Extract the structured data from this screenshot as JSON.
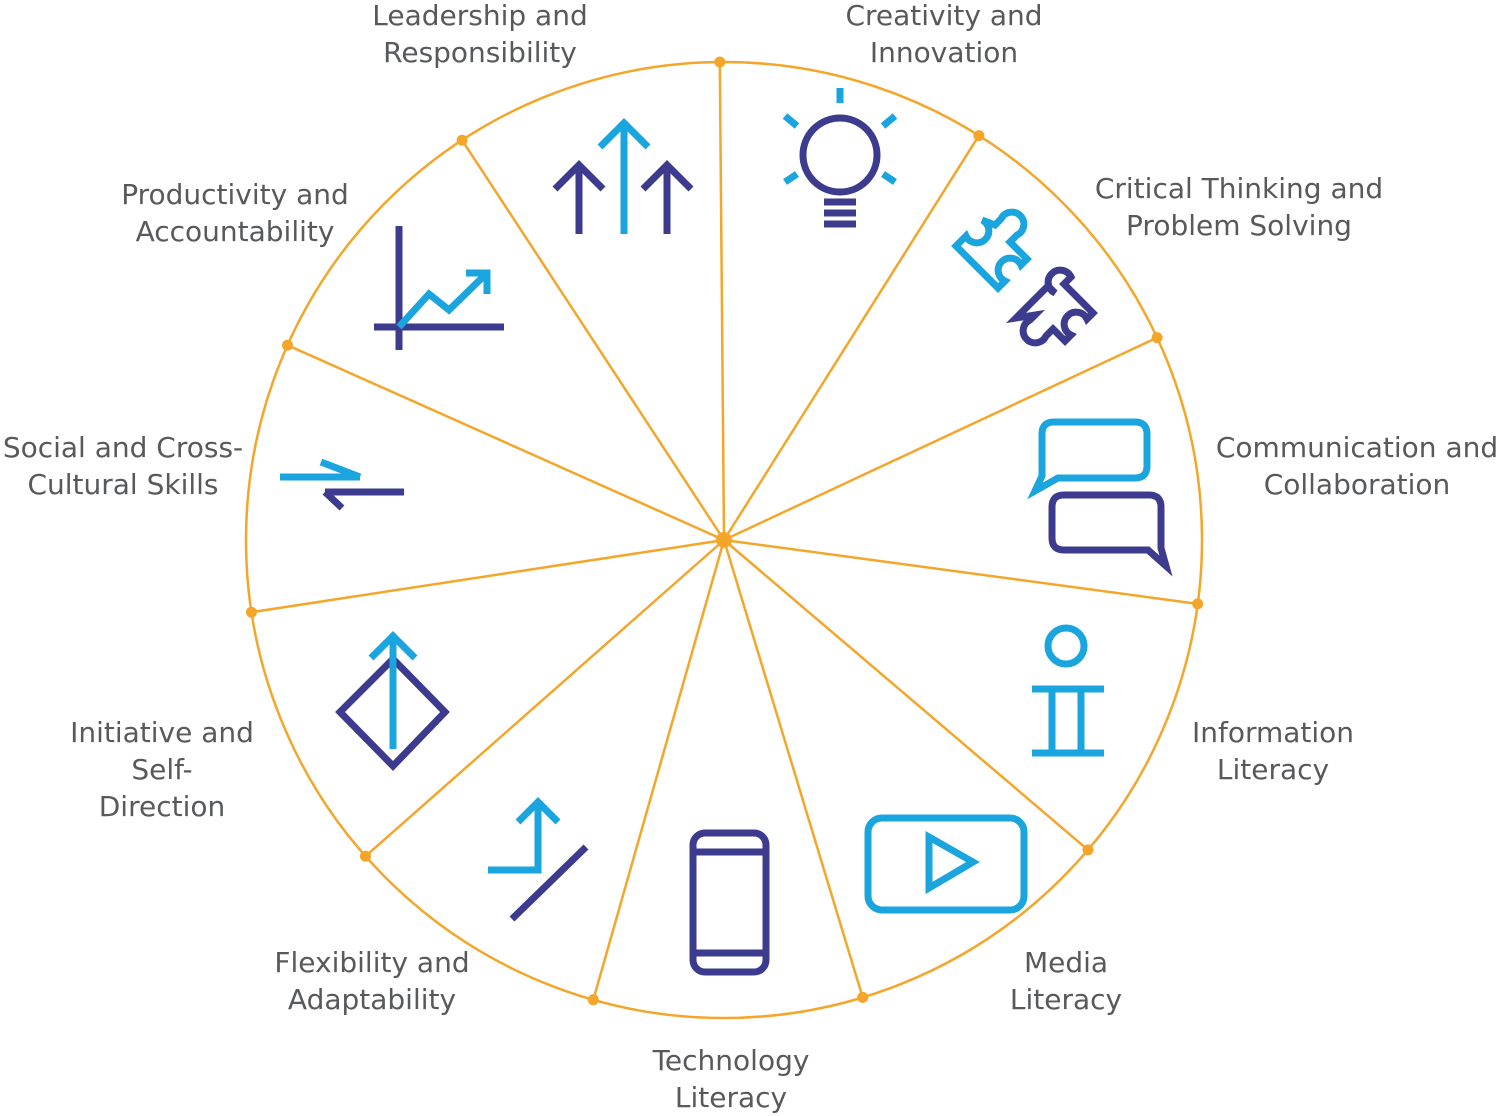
{
  "colors": {
    "accent": "#f4a62a",
    "icon_light": "#1aa5de",
    "icon_dark": "#3c3b8e",
    "text": "#58595b"
  },
  "skills": [
    {
      "lines": [
        "Leadership and",
        "Responsibility"
      ],
      "icon": "arrows-up-icon"
    },
    {
      "lines": [
        "Creativity and",
        "Innovation"
      ],
      "icon": "lightbulb-icon"
    },
    {
      "lines": [
        "Critical Thinking and",
        "Problem Solving"
      ],
      "icon": "puzzle-icon"
    },
    {
      "lines": [
        "Communication and",
        "Collaboration"
      ],
      "icon": "chat-bubbles-icon"
    },
    {
      "lines": [
        "Information",
        "Literacy"
      ],
      "icon": "info-icon"
    },
    {
      "lines": [
        "Media",
        "Literacy"
      ],
      "icon": "play-icon"
    },
    {
      "lines": [
        "Technology",
        "Literacy"
      ],
      "icon": "smartphone-icon"
    },
    {
      "lines": [
        "Flexibility and",
        "Adaptability"
      ],
      "icon": "flex-arrow-icon"
    },
    {
      "lines": [
        "Initiative and",
        "Self-",
        "Direction"
      ],
      "icon": "diamond-arrow-icon"
    },
    {
      "lines": [
        "Social and Cross-",
        "Cultural Skills"
      ],
      "icon": "exchange-arrows-icon"
    },
    {
      "lines": [
        "Productivity and",
        "Accountability"
      ],
      "icon": "growth-chart-icon"
    }
  ]
}
